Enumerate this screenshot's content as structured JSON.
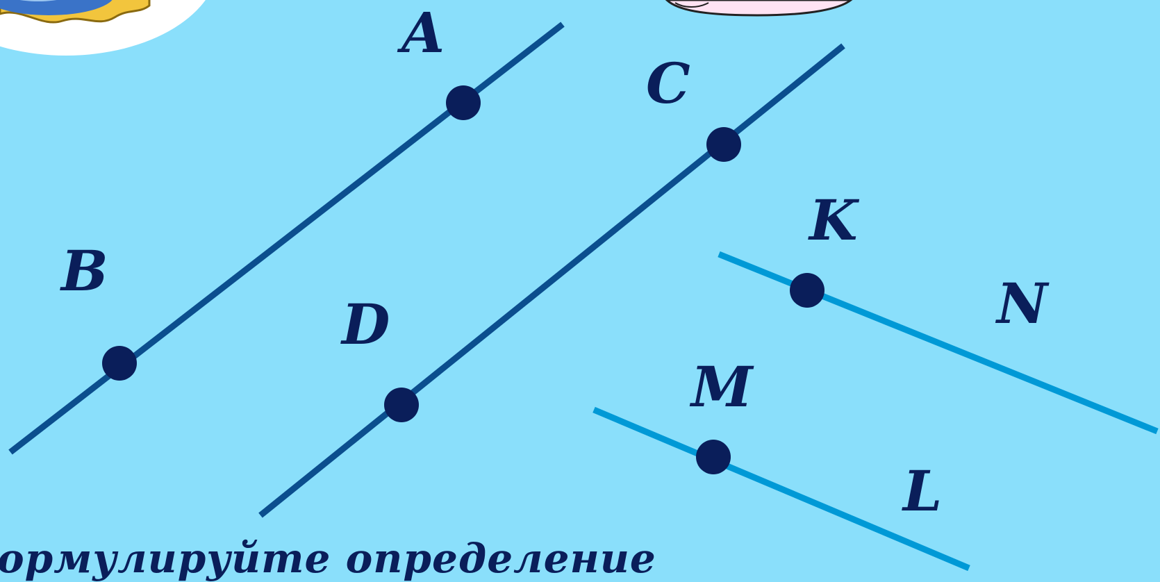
{
  "colors": {
    "background": "#8ADFFB",
    "dark_line": "#0B4E8E",
    "light_line": "#0099D6",
    "point": "#0A1E5A",
    "label": "#0A1E5A"
  },
  "points": {
    "A": "A",
    "B": "B",
    "C": "C",
    "D": "D",
    "K": "K",
    "N": "N",
    "M": "M",
    "L": "L"
  },
  "bottom_text": "ормулируйте определение"
}
